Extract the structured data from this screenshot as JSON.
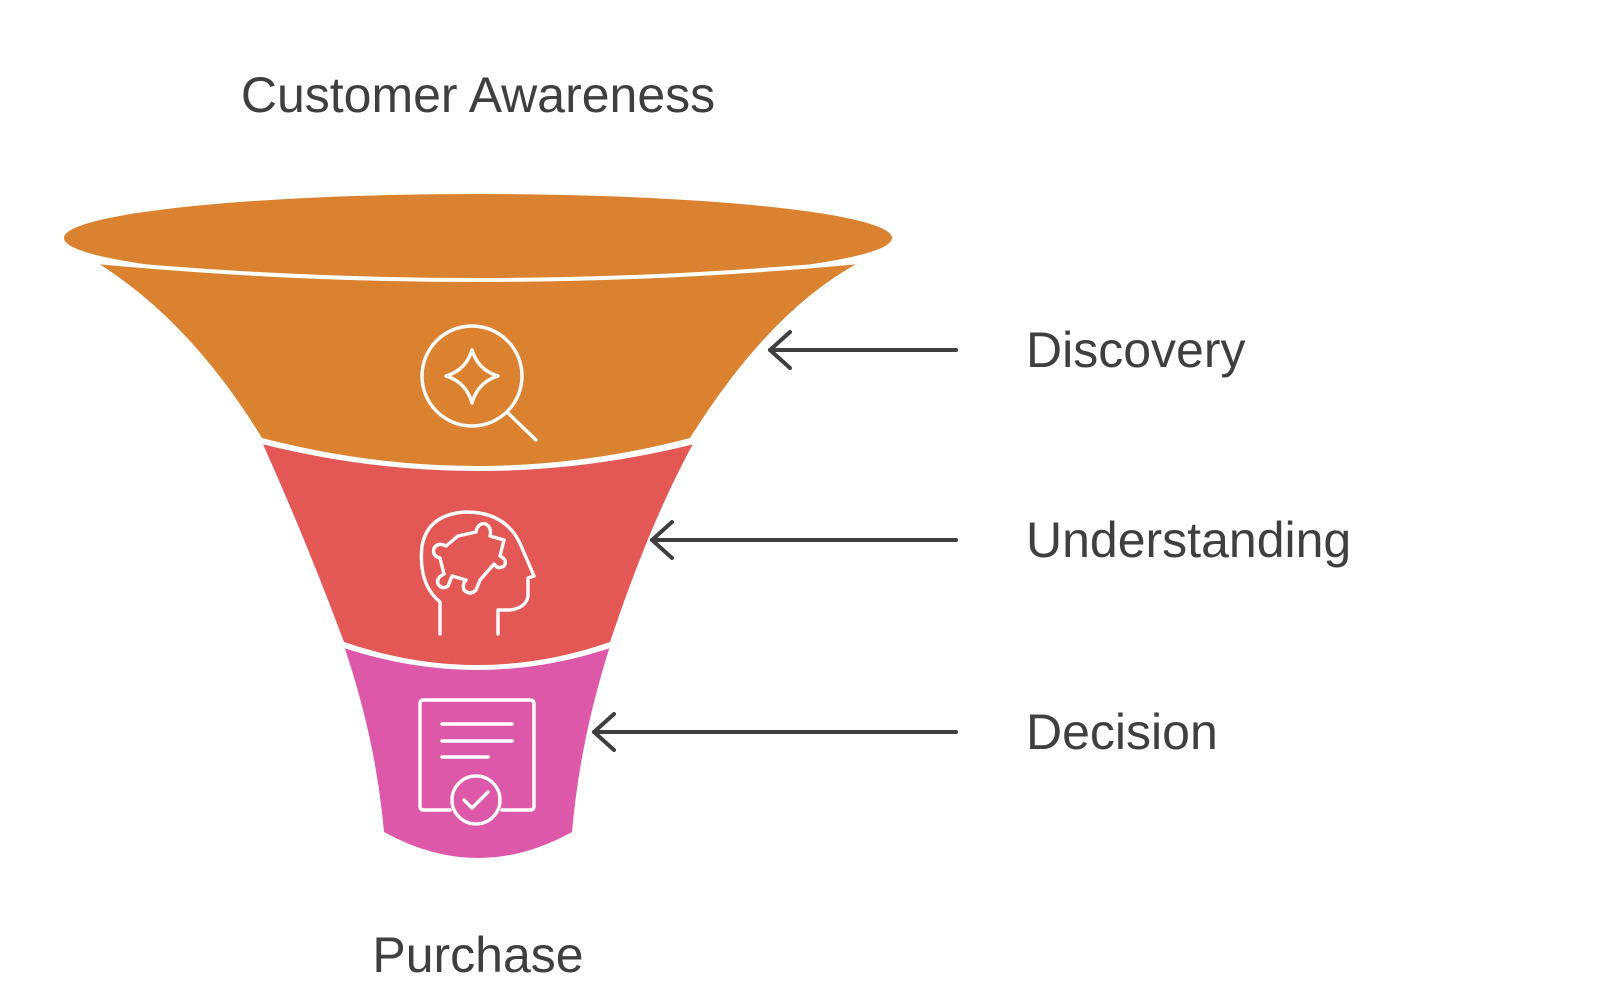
{
  "diagram": {
    "top_label": "Customer Awareness",
    "bottom_label": "Purchase",
    "stages": [
      {
        "label": "Discovery",
        "icon": "magnifier-sparkle-icon",
        "color": "#DB8230"
      },
      {
        "label": "Understanding",
        "icon": "head-puzzle-icon",
        "color": "#E35754"
      },
      {
        "label": "Decision",
        "icon": "certificate-check-icon",
        "color": "#DD58A8"
      }
    ],
    "label_color": "#3F3F3F",
    "background": "#FFFFFF"
  }
}
